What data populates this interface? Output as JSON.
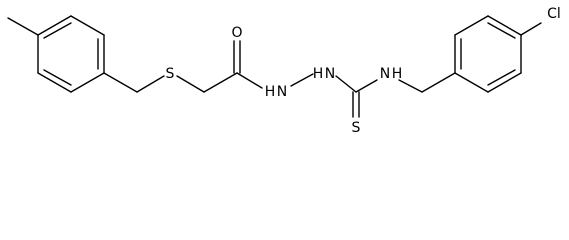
{
  "molecule": {
    "atoms": {
      "methyl": "",
      "sulfur": "S",
      "carbonyl_oxygen": "O",
      "hydrazide_nh_1": "H",
      "hydrazide_nh_1_n": "N",
      "hydrazide_nh_2": "H",
      "hydrazide_nh_2_n": "N",
      "thio_sulfur": "S",
      "amide_nh": "H",
      "amide_nh_n": "N",
      "chlorine": "Cl"
    }
  },
  "colors": {
    "bond": "#000000",
    "label": "#000000",
    "background": "#ffffff"
  }
}
